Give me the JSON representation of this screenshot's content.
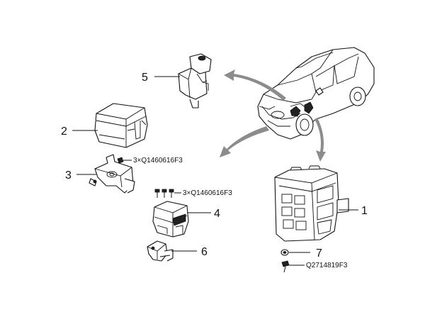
{
  "labels": {
    "p1": "1",
    "p2": "2",
    "p3": "3",
    "p4": "4",
    "p5": "5",
    "p6": "6",
    "p7": "7"
  },
  "codes": {
    "bolt_bracket": "3×Q1460616F3",
    "bolt_relay": "3×Q1460616F3",
    "screw_fusebox": "Q2714819F3"
  },
  "icons": [
    "car-illustration",
    "direction-arrow",
    "screw-icon",
    "nut-icon"
  ]
}
